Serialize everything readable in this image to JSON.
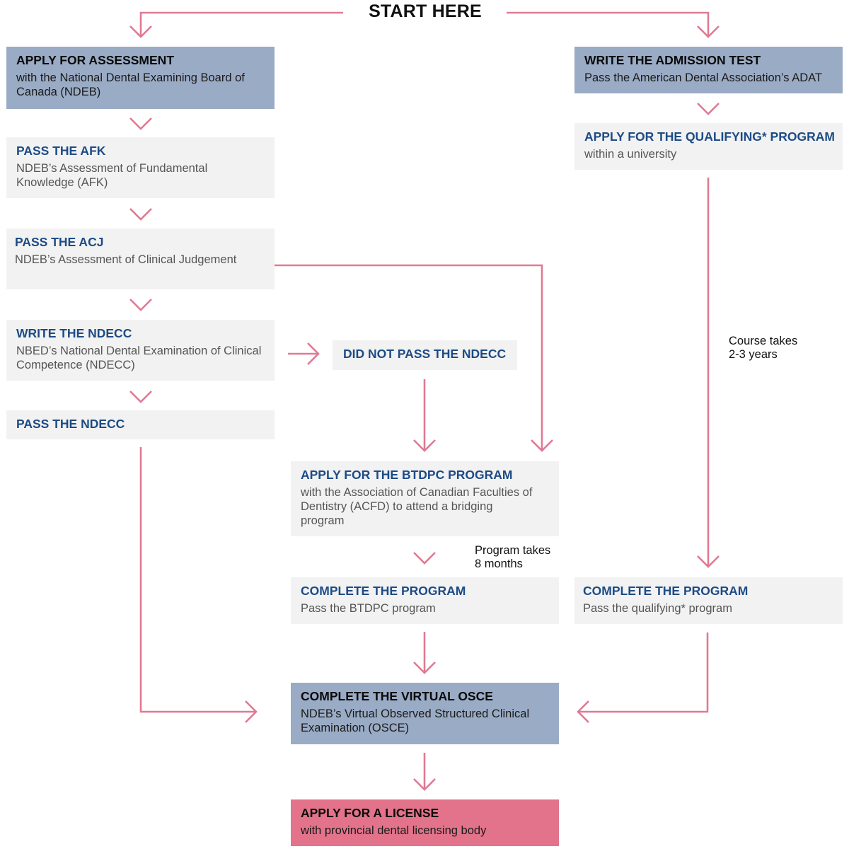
{
  "start": {
    "label": "START HERE"
  },
  "colors": {
    "connector": "#e07a93",
    "box_default": "#f2f2f2",
    "box_highlight": "#9aabc5",
    "box_final": "#e3738b",
    "title_text": "#1d4b85"
  },
  "steps": {
    "apply_assessment": {
      "title": "APPLY FOR ASSESSMENT",
      "description": "with the National Dental Examining Board of Canada (NDEB)"
    },
    "pass_afk": {
      "title": "PASS THE AFK",
      "description": "NDEB’s Assessment of Fundamental Knowledge (AFK)"
    },
    "pass_acj": {
      "title": "PASS THE ACJ",
      "description": "NDEB’s Assessment of Clinical Judgement"
    },
    "write_ndecc": {
      "title": "WRITE THE NDECC",
      "description": "NBED’s National Dental Examination of Clinical Competence (NDECC)"
    },
    "pass_ndecc": {
      "title": "PASS THE NDECC"
    },
    "did_not_pass_ndecc": {
      "title": "DID NOT PASS THE NDECC"
    },
    "apply_btdpc": {
      "title": "APPLY FOR THE BTDPC PROGRAM",
      "description": "with the Association of Canadian Faculties of Dentistry (ACFD) to attend a bridging program"
    },
    "complete_btdpc": {
      "title": "COMPLETE THE PROGRAM",
      "description": "Pass the BTDPC program"
    },
    "write_admission": {
      "title": "WRITE THE ADMISSION TEST",
      "description": "Pass the American Dental Association’s ADAT"
    },
    "apply_qualifying": {
      "title": "APPLY FOR THE QUALIFYING* PROGRAM",
      "description": "within a university"
    },
    "complete_qualifying": {
      "title": "COMPLETE THE PROGRAM",
      "description": "Pass the qualifying* program"
    },
    "virtual_osce": {
      "title": "COMPLETE THE VIRTUAL OSCE",
      "description": "NDEB’s Virtual Observed Structured Clinical Examination (OSCE)"
    },
    "apply_license": {
      "title": "APPLY FOR A LICENSE",
      "description": "with provincial dental licensing body"
    }
  },
  "notes": {
    "qualifying_duration": {
      "line1": "Course takes",
      "line2": "2-3 years"
    },
    "btdpc_duration": {
      "line1": "Program takes",
      "line2": "8 months"
    }
  }
}
